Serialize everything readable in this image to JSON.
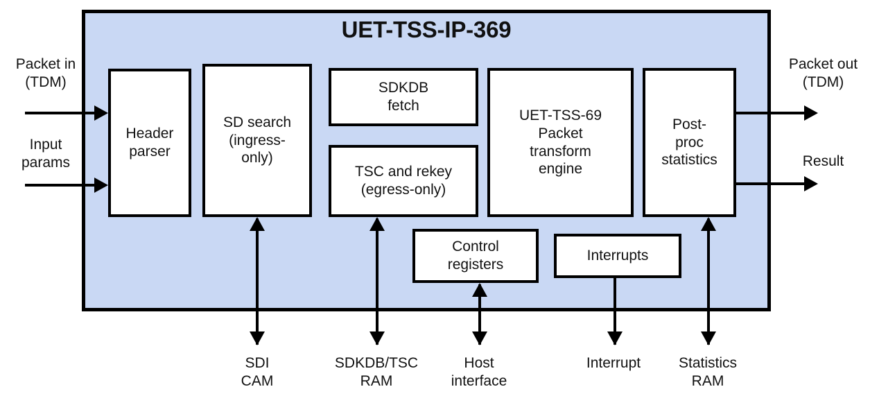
{
  "diagram": {
    "title": "UET-TSS-IP-369",
    "container_fill": "#c9d8f4",
    "stroke_color": "#000000",
    "block_fill": "#ffffff",
    "blocks": [
      {
        "id": "header-parser",
        "label": "Header\nparser"
      },
      {
        "id": "sd-search",
        "label": "SD search\n(ingress-\nonly)"
      },
      {
        "id": "sdkdb-fetch",
        "label": "SDKDB\nfetch"
      },
      {
        "id": "tsc-rekey",
        "label": "TSC and rekey\n(egress-only)"
      },
      {
        "id": "transform-engine",
        "label": "UET-TSS-69\nPacket\ntransform\nengine"
      },
      {
        "id": "post-proc",
        "label": "Post-\nproc\nstatistics"
      },
      {
        "id": "control-registers",
        "label": "Control\nregisters"
      },
      {
        "id": "interrupts",
        "label": "Interrupts"
      }
    ],
    "inputs": [
      {
        "id": "packet-in",
        "label": "Packet in\n(TDM)"
      },
      {
        "id": "input-params",
        "label": "Input\nparams"
      }
    ],
    "outputs": [
      {
        "id": "packet-out",
        "label": "Packet out\n(TDM)"
      },
      {
        "id": "result",
        "label": "Result"
      }
    ],
    "interfaces": [
      {
        "id": "sdi-cam",
        "label": "SDI\nCAM",
        "direction": "bidirectional"
      },
      {
        "id": "sdkdb-tsc-ram",
        "label": "SDKDB/TSC\nRAM",
        "direction": "bidirectional"
      },
      {
        "id": "host-interface",
        "label": "Host\ninterface",
        "direction": "bidirectional"
      },
      {
        "id": "interrupt",
        "label": "Interrupt",
        "direction": "out"
      },
      {
        "id": "statistics-ram",
        "label": "Statistics\nRAM",
        "direction": "bidirectional"
      }
    ]
  }
}
